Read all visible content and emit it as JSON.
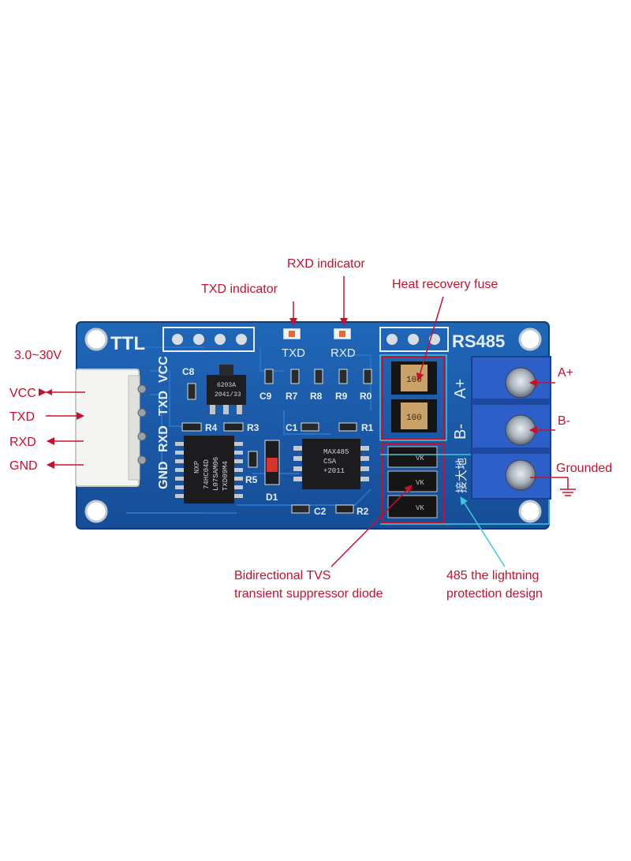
{
  "annotations": {
    "voltage": "3.0~30V",
    "vcc": "VCC",
    "txd": "TXD",
    "rxd": "RXD",
    "gnd": "GND",
    "txd_indicator": "TXD indicator",
    "rxd_indicator": "RXD indicator",
    "heat_fuse": "Heat recovery fuse",
    "a_plus": "A+",
    "b_minus": "B-",
    "grounded": "Grounded",
    "tvs_line1": "Bidirectional TVS",
    "tvs_line2": "transient suppressor diode",
    "lightning_line1": "485 the lightning",
    "lightning_line2": "protection design"
  },
  "board": {
    "ttl": "TTL",
    "rs485": "RS485",
    "pins": [
      "GND",
      "RXD",
      "TXD",
      "VCC"
    ],
    "led_txd": "TXD",
    "led_rxd": "RXD",
    "a_label": "A+",
    "b_label": "B-",
    "ground_label": "接大地",
    "c8": "C8",
    "c9": "C9",
    "c1": "C1",
    "c2": "C2",
    "r0": "R0",
    "r1": "R1",
    "r2": "R2",
    "r3": "R3",
    "r4": "R4",
    "r5": "R5",
    "r7": "R7",
    "r8": "R8",
    "r9": "R9",
    "d1": "D1",
    "chip1_l1": "NXP",
    "chip1_l2": "74HC04D",
    "chip1_l3": "L07SAM06",
    "chip1_l4": "TXD09M4",
    "chip2_l1": "MAX485",
    "chip2_l2": "CSA",
    "chip2_l3": "+2011",
    "reg_l1": "6203A",
    "reg_l2": "2041/33",
    "fuse_code": "100",
    "tvs_code": "VK"
  },
  "colors": {
    "annotation": "#c8102e",
    "board": "#1d5aa8",
    "cyan": "#40c8d8",
    "terminal": "#2c5fc8"
  }
}
